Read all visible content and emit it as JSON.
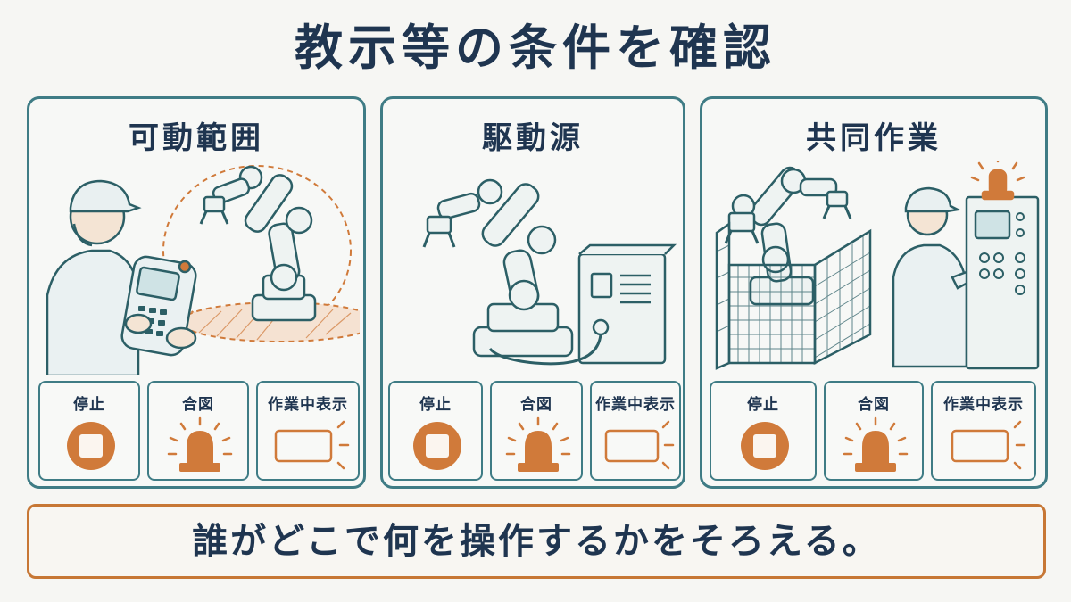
{
  "title": "教示等の条件を確認",
  "colors": {
    "navy": "#1f3550",
    "teal": "#3f7c85",
    "orange": "#d07a3a",
    "footer_border": "#c77735"
  },
  "panels": [
    {
      "title": "可動範囲",
      "illustration": "worker-with-teach-pendant-and-robot-arm-reach-zone",
      "cards": [
        {
          "label": "停止",
          "icon": "stop-button-icon"
        },
        {
          "label": "合図",
          "icon": "warning-beacon-icon"
        },
        {
          "label": "作業中表示",
          "icon": "work-in-progress-sign-icon"
        }
      ]
    },
    {
      "title": "駆動源",
      "illustration": "robot-arm-connected-to-power-cabinet",
      "cards": [
        {
          "label": "停止",
          "icon": "stop-button-icon"
        },
        {
          "label": "合図",
          "icon": "warning-beacon-icon"
        },
        {
          "label": "作業中表示",
          "icon": "work-in-progress-sign-icon"
        }
      ]
    },
    {
      "title": "共同作業",
      "illustration": "fenced-robot-and-worker-at-control-panel",
      "cards": [
        {
          "label": "停止",
          "icon": "stop-button-icon"
        },
        {
          "label": "合図",
          "icon": "warning-beacon-icon"
        },
        {
          "label": "作業中表示",
          "icon": "work-in-progress-sign-icon"
        }
      ]
    }
  ],
  "footer": {
    "text": "誰がどこで何を操作するかをそろえる。"
  }
}
